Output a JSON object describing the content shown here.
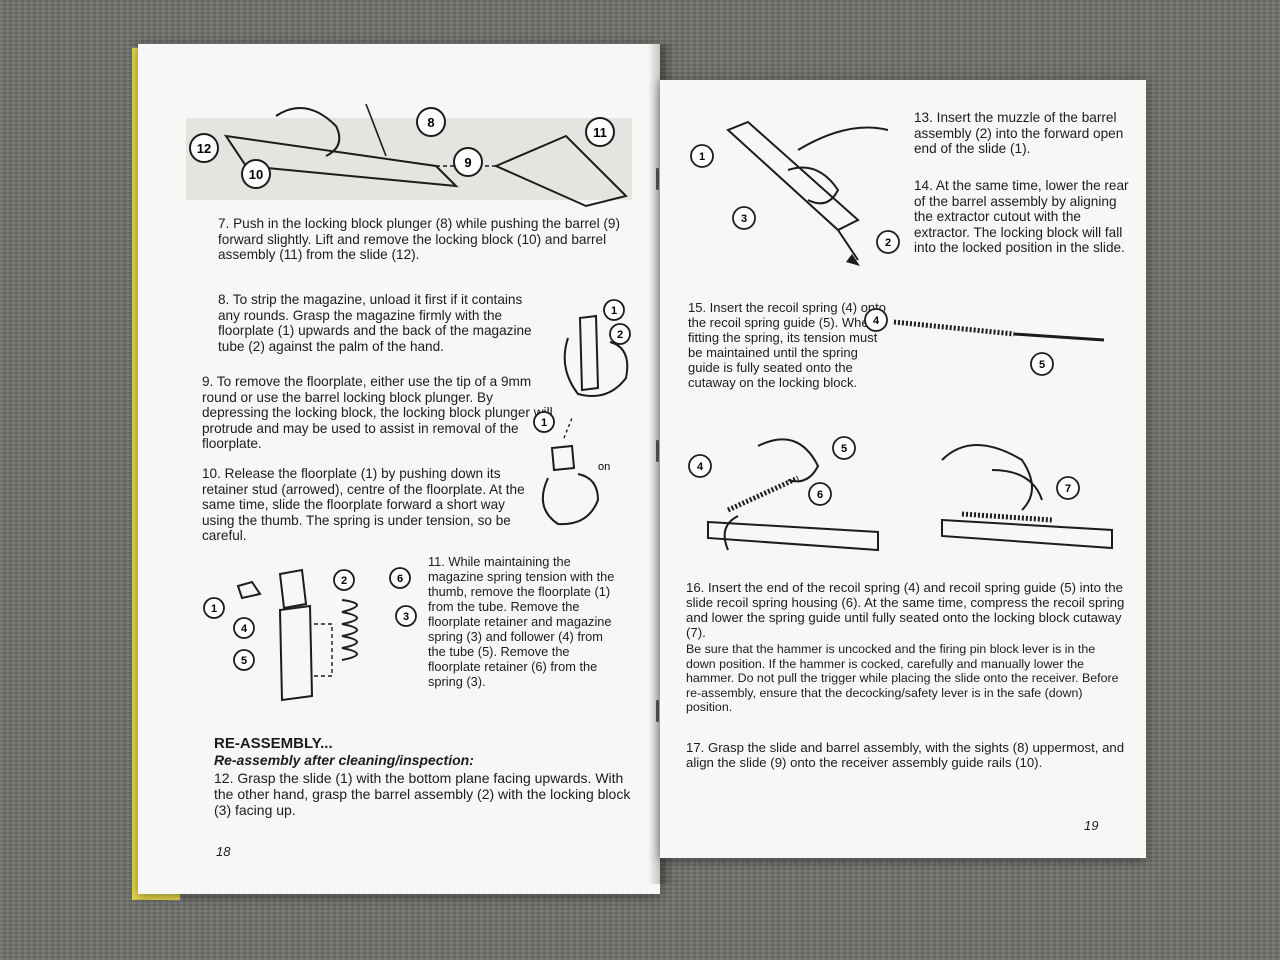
{
  "left_page": {
    "number": "18",
    "step7": "7. Push in the locking block plunger (8) while pushing the barrel (9) forward slightly. Lift and remove the locking block (10) and barrel assembly (11) from the slide (12).",
    "step8": "8. To strip the magazine, unload it first if it contains any rounds. Grasp the magazine firmly with the floorplate (1) upwards and the back of the magazine tube (2) against the palm of the hand.",
    "step9": "9. To remove the floorplate, either use the tip of a 9mm round or use the barrel locking block plunger. By depressing the locking block, the locking block plunger will protrude and may be used to assist in removal of the floorplate.",
    "step10": "10. Release the floorplate (1) by pushing down its retainer stud (arrowed), centre of the floorplate. At the same time, slide the floorplate forward a short way using the thumb. The spring is under tension, so be careful.",
    "step11": "11. While maintaining the magazine spring tension with the thumb, remove the floorplate (1) from the tube. Remove the floorplate retainer and magazine spring (3) and follower (4) from the tube (5). Remove the floorplate retainer (6) from the spring (3).",
    "reassembly_heading": "RE-ASSEMBLY...",
    "reassembly_subheading": "Re-assembly after cleaning/inspection:",
    "step12": "12. Grasp the slide (1) with the bottom plane facing upwards. With the other hand, grasp the barrel assembly (2) with the locking block (3) facing up.",
    "fig1_callouts": [
      "12",
      "10",
      "8",
      "9",
      "11"
    ],
    "fig2_callouts": [
      "1",
      "2"
    ],
    "fig3_callouts": [
      "1"
    ],
    "fig3_label": "on",
    "fig4_callouts": [
      "1",
      "4",
      "5",
      "2",
      "6",
      "3"
    ]
  },
  "right_page": {
    "number": "19",
    "step13": "13. Insert the muzzle of the barrel assembly (2) into the forward open end of the slide (1).",
    "step14": "14. At the same time, lower the rear of the barrel assembly by aligning the extractor cutout with the extractor. The locking block will fall into the locked position in the slide.",
    "step15": "15. Insert the recoil spring (4) onto the recoil spring guide (5). When fitting the spring, its tension must be maintained until the spring guide is fully seated onto the cutaway on the locking block.",
    "step16": "16. Insert the end of the recoil spring (4) and recoil spring guide (5) into the slide recoil spring housing (6). At the same time, compress the recoil spring and lower the spring guide until fully seated onto the locking block cutaway (7).",
    "caution": "Be sure that the hammer is uncocked and the firing pin block lever is in the down position. If the hammer is cocked, carefully and manually lower the hammer. Do not pull the trigger while placing the slide onto the receiver. Before re-assembly, ensure that the decocking/safety lever is in the safe (down) position.",
    "step17": "17. Grasp the slide and barrel assembly, with the sights (8) uppermost, and align the slide (9) onto the receiver assembly guide rails (10).",
    "fig5_callouts": [
      "1",
      "3",
      "2"
    ],
    "fig6_callouts": [
      "4",
      "5"
    ],
    "fig7_callouts": [
      "4",
      "5",
      "6"
    ],
    "fig8_callouts": [
      "7"
    ]
  },
  "colors": {
    "page": "#f7f7f5",
    "ink": "#1c1c1c",
    "edge": "#e6d94a",
    "carpet": "#6f6f6c"
  }
}
